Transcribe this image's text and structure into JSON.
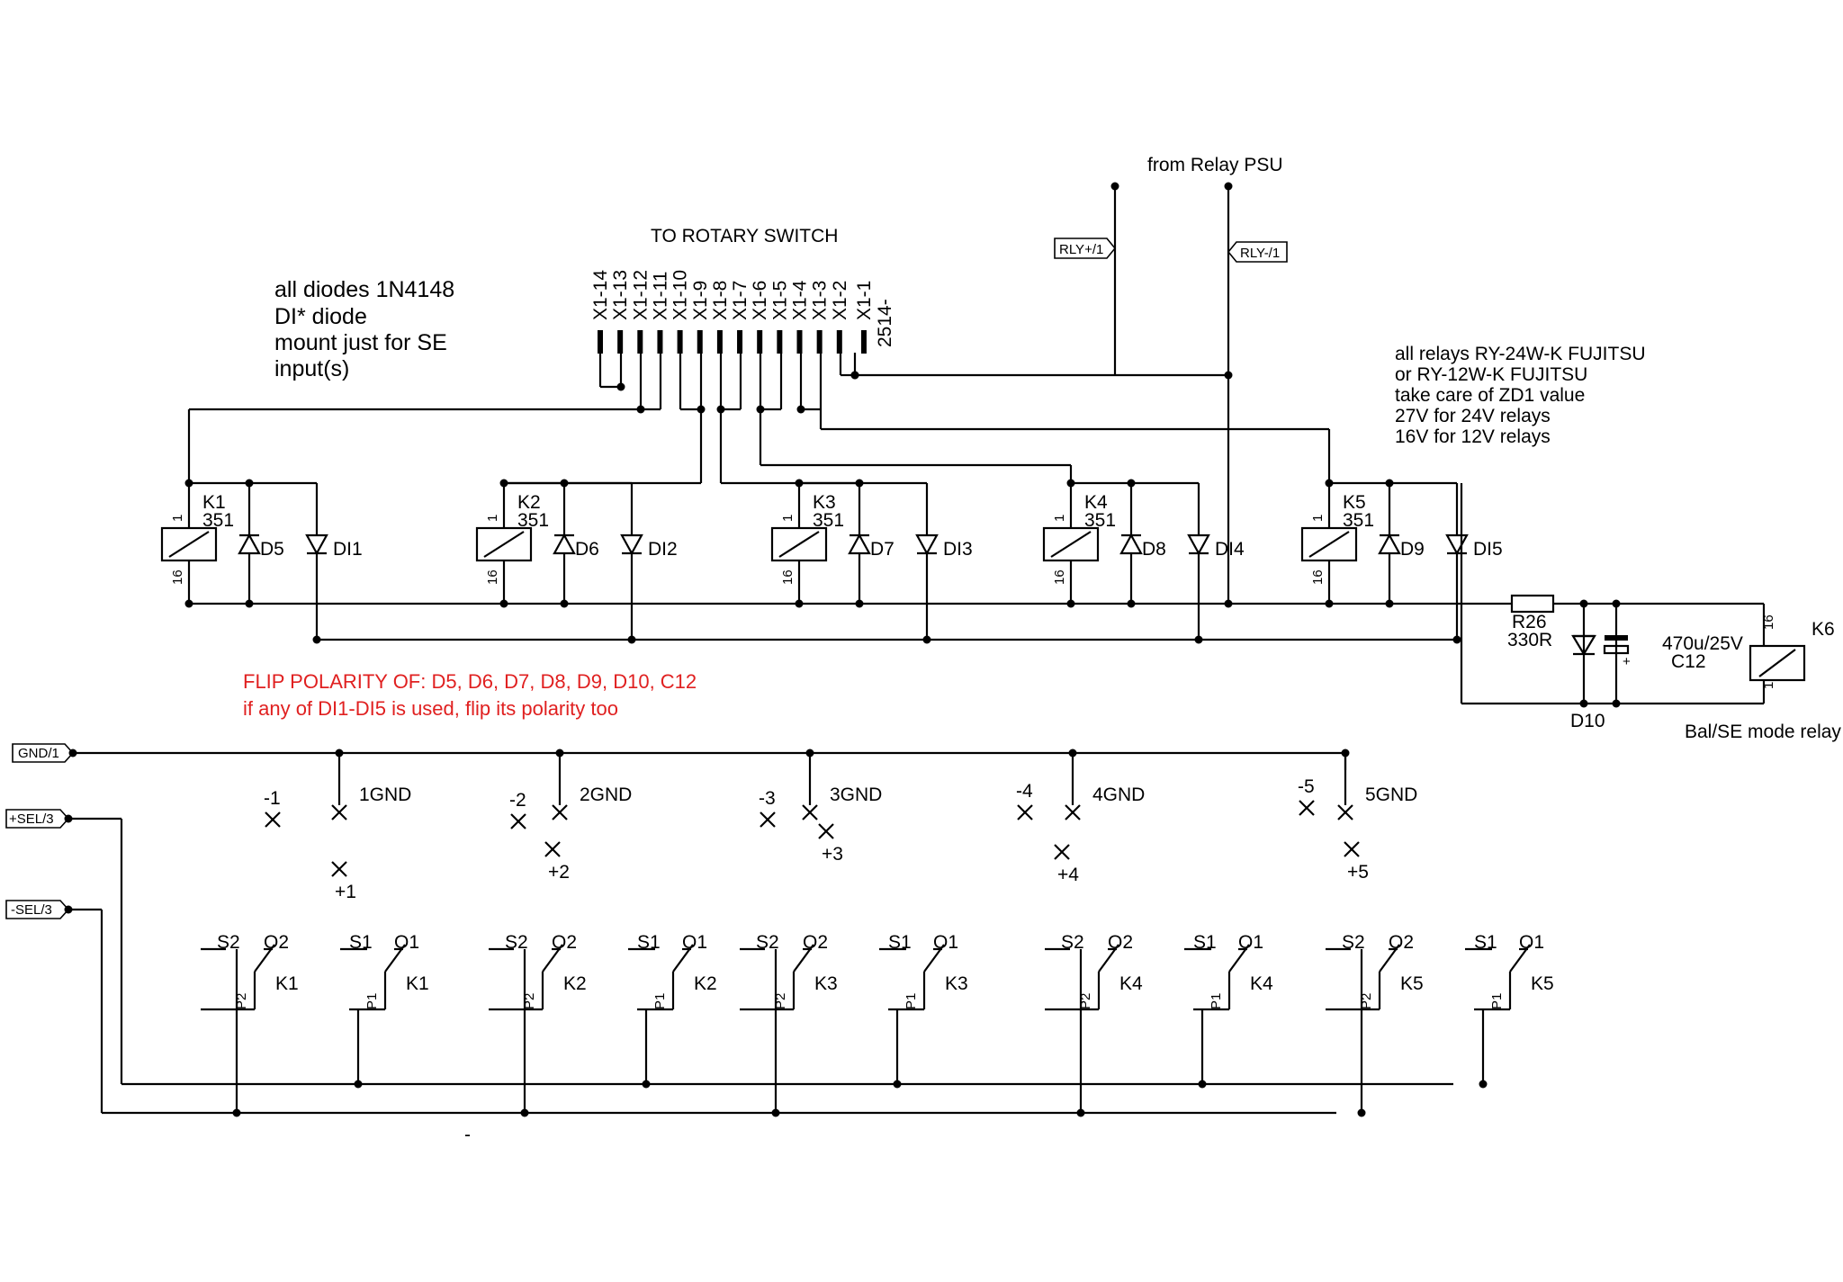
{
  "labels": {
    "from_psu": "from Relay PSU",
    "rotary": "TO ROTARY SWITCH",
    "connector_name": "2514-",
    "notes_left": [
      "all diodes 1N4148",
      "DI* diode",
      "mount just for SE",
      "input(s)"
    ],
    "notes_right": [
      "all relays RY-24W-K FUJITSU",
      "or RY-12W-K FUJITSU",
      "take care of ZD1 value",
      "27V for 24V relays",
      "16V for 12V relays"
    ],
    "warning": [
      "FLIP POLARITY OF: D5, D6, D7, D8, D9, D10, C12",
      "if any of DI1-DI5 is used, flip its polarity too"
    ],
    "mode_relay": "Bal/SE mode relay",
    "minus_mark": "-"
  },
  "ports": {
    "rly_plus": "RLY+/1",
    "rly_minus": "RLY-/1",
    "gnd": "GND/1",
    "sel_plus": "+SEL/3",
    "sel_minus": "-SEL/3"
  },
  "pins": [
    "X1-14",
    "X1-13",
    "X1-12",
    "X1-11",
    "X1-10",
    "X1-9",
    "X1-8",
    "X1-7",
    "X1-6",
    "X1-5",
    "X1-4",
    "X1-3",
    "X1-2",
    "X1-1"
  ],
  "relays": [
    {
      "name": "K1",
      "value": "351",
      "pin_top": "1",
      "pin_bot": "16",
      "diode": "D5",
      "di": "DI1"
    },
    {
      "name": "K2",
      "value": "351",
      "pin_top": "1",
      "pin_bot": "16",
      "diode": "D6",
      "di": "DI2"
    },
    {
      "name": "K3",
      "value": "351",
      "pin_top": "1",
      "pin_bot": "16",
      "diode": "D7",
      "di": "DI3"
    },
    {
      "name": "K4",
      "value": "351",
      "pin_top": "1",
      "pin_bot": "16",
      "diode": "D8",
      "di": "DI4"
    },
    {
      "name": "K5",
      "value": "351",
      "pin_top": "1",
      "pin_bot": "16",
      "diode": "D9",
      "di": "DI5"
    }
  ],
  "mode_parts": {
    "r26_name": "R26",
    "r26_value": "330R",
    "d10": "D10",
    "c12_value": "470u/25V",
    "c12_name": "C12",
    "c12_plus": "+",
    "k6": "K6",
    "k6_pin_top": "16",
    "k6_pin_bot": "1"
  },
  "switch_rows": [
    {
      "gnd": "1GND",
      "minus": "-1",
      "plus": "+1"
    },
    {
      "gnd": "2GND",
      "minus": "-2",
      "plus": "+2"
    },
    {
      "gnd": "3GND",
      "minus": "-3",
      "plus": "+3"
    },
    {
      "gnd": "4GND",
      "minus": "-4",
      "plus": "+4"
    },
    {
      "gnd": "5GND",
      "minus": "-5",
      "plus": "+5"
    }
  ],
  "contacts": {
    "s2": "S2",
    "o2": "O2",
    "p2": "P2",
    "s1": "S1",
    "o1": "O1",
    "p1": "P1"
  },
  "colors": {
    "wire": "#000000",
    "warning": "#e02020"
  }
}
